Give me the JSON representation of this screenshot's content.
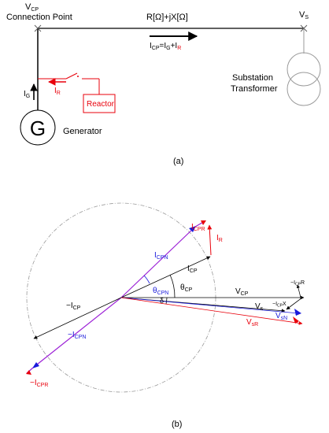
{
  "colors": {
    "black": "#000000",
    "red": "#e8000b",
    "blue": "#1a1adb",
    "purple": "#9b1fd6",
    "gray": "#9a9a9a"
  },
  "circuit": {
    "vcp": "V",
    "vcp_sub": "CP",
    "connection_point": "Connection Point",
    "impedance": "R[Ω]+jX[Ω]",
    "vs": "V",
    "vs_sub": "S",
    "icp_eq_main": "I",
    "icp_eq_sub1": "CP",
    "icp_eq_mid": "=I",
    "icp_eq_sub2": "G",
    "icp_eq_plus": "+I",
    "icp_eq_sub3": "R",
    "ig": "I",
    "ig_sub": "G",
    "ir": "I",
    "ir_sub": "R",
    "reactor": "Reactor",
    "generator_symbol": "G",
    "generator": "Generator",
    "substation_line1": "Substation",
    "substation_line2": "Transformer",
    "caption": "(a)"
  },
  "phasor": {
    "icpr": {
      "main": "I",
      "sub": "CPR"
    },
    "ir": {
      "main": "I",
      "sub": "R"
    },
    "icpn": {
      "main": "I",
      "sub": "CPN"
    },
    "icp": {
      "main": "I",
      "sub": "CP"
    },
    "theta_cpn": {
      "main": "θ",
      "sub": "CPN"
    },
    "theta_cp": {
      "main": "θ",
      "sub": "CP"
    },
    "vcp": {
      "main": "V",
      "sub": "CP"
    },
    "neg_icp": {
      "main": "−I",
      "sub": "CP"
    },
    "delta": "δ",
    "vs": {
      "main": "V",
      "sub": "s"
    },
    "neg_icpx": "−I",
    "neg_icpx_sub": "CP",
    "neg_icpx_tail": "X",
    "neg_icpr": "−I",
    "neg_icpr_sub": "CP",
    "neg_icpr_tail": "R",
    "neg_icpn": {
      "main": "−I",
      "sub": "CPN"
    },
    "vsn": {
      "main": "V",
      "sub": "sN"
    },
    "vsr": {
      "main": "V",
      "sub": "sR"
    },
    "neg_icpr_full": {
      "main": "−I",
      "sub": "CPR"
    },
    "caption": "(b)"
  }
}
